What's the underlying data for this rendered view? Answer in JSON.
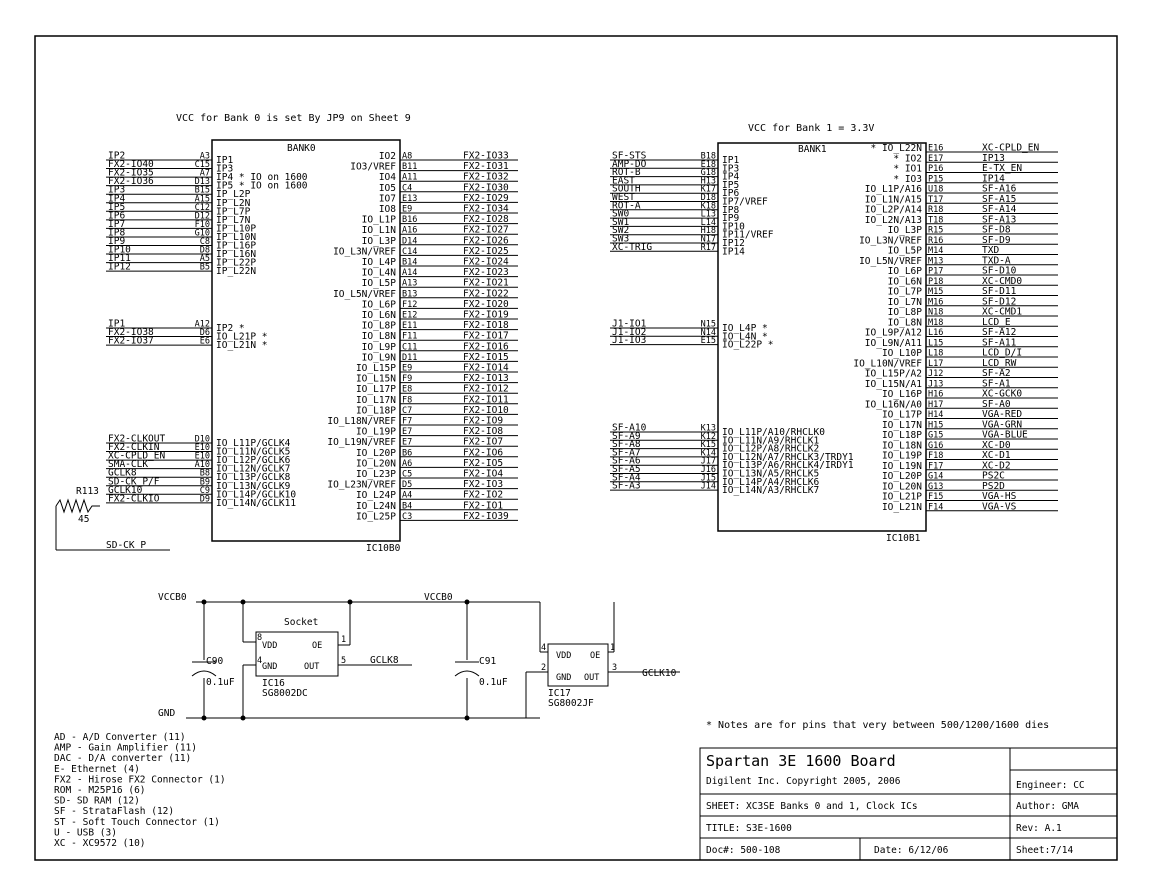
{
  "notes": {
    "bank0_vcc": "VCC for Bank 0 is set By JP9 on Sheet 9",
    "bank1_vcc": "VCC for Bank 1 = 3.3V",
    "die_note": "Notes are for pins that very between 500/1200/1600 dies"
  },
  "bank0": {
    "name": "BANK0",
    "ref": "IC10B0",
    "left_pins": [
      {
        "net": "IP2",
        "pin": "A3",
        "label": "IP1"
      },
      {
        "net": "FX2-IO40",
        "pin": "C15",
        "label": "IP3"
      },
      {
        "net": "FX2-IO35",
        "pin": "A7",
        "label": "IP4 * IO on 1600"
      },
      {
        "net": "FX2-IO36",
        "pin": "D13",
        "label": "IP5 * IO on 1600"
      },
      {
        "net": "IP3",
        "pin": "B15",
        "label": "IP_L2P"
      },
      {
        "net": "IP4",
        "pin": "A15",
        "label": "IP_L2N"
      },
      {
        "net": "IP5",
        "pin": "C12",
        "label": "IP_L7P"
      },
      {
        "net": "IP6",
        "pin": "D12",
        "label": "IP_L7N"
      },
      {
        "net": "IP7",
        "pin": "F10",
        "label": "IP_L10P"
      },
      {
        "net": "IP8",
        "pin": "G10",
        "label": "IP_L10N"
      },
      {
        "net": "IP9",
        "pin": "C8",
        "label": "IP_L16P"
      },
      {
        "net": "IP10",
        "pin": "D8",
        "label": "IP_L16N"
      },
      {
        "net": "IP11",
        "pin": "A5",
        "label": "IP_L22P"
      },
      {
        "net": "IP12",
        "pin": "B5",
        "label": "IP_L22N"
      }
    ],
    "left_pins_b": [
      {
        "net": "IP1",
        "pin": "A12",
        "label": "IP2 *"
      },
      {
        "net": "FX2-IO38",
        "pin": "D6",
        "label": "IO_L21P *"
      },
      {
        "net": "FX2-IO37",
        "pin": "E6",
        "label": "IO_L21N *"
      }
    ],
    "left_pins_c": [
      {
        "net": "FX2-CLKOUT",
        "pin": "D10",
        "label": "IO_L11P/GCLK4"
      },
      {
        "net": "FX2-CLKIN",
        "pin": "E10",
        "label": "IO_L11N/GCLK5"
      },
      {
        "net": "XC-CPLD_EN",
        "pin": "E10",
        "label": "IO_L12P/GCLK6"
      },
      {
        "net": "SMA-CLK",
        "pin": "A10",
        "label": "IO_L12N/GCLK7"
      },
      {
        "net": "GCLK8",
        "pin": "B8",
        "label": "IO_L13P/GCLK8"
      },
      {
        "net": "SD-CK_P/F",
        "pin": "B9",
        "label": "IO_L13N/GCLK9"
      },
      {
        "net": "GCLK10",
        "pin": "C9",
        "label": "IO_L14P/GCLK10"
      },
      {
        "net": "FX2-CLKIO",
        "pin": "D9",
        "label": "IO_L14N/GCLK11"
      }
    ],
    "right_pins": [
      {
        "label": "IO2",
        "pin": "A8",
        "net": "FX2-IO33"
      },
      {
        "label": "IO3/VREF",
        "pin": "B11",
        "net": "FX2-IO31"
      },
      {
        "label": "IO4",
        "pin": "A11",
        "net": "FX2-IO32"
      },
      {
        "label": "IO5",
        "pin": "C4",
        "net": "FX2-IO30"
      },
      {
        "label": "IO7",
        "pin": "E13",
        "net": "FX2-IO29"
      },
      {
        "label": "IO8",
        "pin": "E9",
        "net": "FX2-IO34"
      },
      {
        "label": "IO_L1P",
        "pin": "B16",
        "net": "FX2-IO28"
      },
      {
        "label": "IO_L1N",
        "pin": "A16",
        "net": "FX2-IO27"
      },
      {
        "label": "IO_L3P",
        "pin": "D14",
        "net": "FX2-IO26"
      },
      {
        "label": "IO_L3N/VREF",
        "pin": "C14",
        "net": "FX2-IO25"
      },
      {
        "label": "IO_L4P",
        "pin": "B14",
        "net": "FX2-IO24"
      },
      {
        "label": "IO_L4N",
        "pin": "A14",
        "net": "FX2-IO23"
      },
      {
        "label": "IO_L5P",
        "pin": "A13",
        "net": "FX2-IO21"
      },
      {
        "label": "IO_L5N/VREF",
        "pin": "B13",
        "net": "FX2-IO22"
      },
      {
        "label": "IO_L6P",
        "pin": "F12",
        "net": "FX2-IO20"
      },
      {
        "label": "IO_L6N",
        "pin": "E12",
        "net": "FX2-IO19"
      },
      {
        "label": "IO_L8P",
        "pin": "E11",
        "net": "FX2-IO18"
      },
      {
        "label": "IO_L8N",
        "pin": "F11",
        "net": "FX2-IO17"
      },
      {
        "label": "IO_L9P",
        "pin": "C11",
        "net": "FX2-IO16"
      },
      {
        "label": "IO_L9N",
        "pin": "D11",
        "net": "FX2-IO15"
      },
      {
        "label": "IO_L15P",
        "pin": "E9",
        "net": "FX2-IO14"
      },
      {
        "label": "IO_L15N",
        "pin": "F9",
        "net": "FX2-IO13"
      },
      {
        "label": "IO_L17P",
        "pin": "E8",
        "net": "FX2-IO12"
      },
      {
        "label": "IO_L17N",
        "pin": "F8",
        "net": "FX2-IO11"
      },
      {
        "label": "IO_L18P",
        "pin": "C7",
        "net": "FX2-IO10"
      },
      {
        "label": "IO_L18N/VREF",
        "pin": "F7",
        "net": "FX2-IO9"
      },
      {
        "label": "IO_L19P",
        "pin": "E7",
        "net": "FX2-IO8"
      },
      {
        "label": "IO_L19N/VREF",
        "pin": "E7",
        "net": "FX2-IO7"
      },
      {
        "label": "IO_L20P",
        "pin": "B6",
        "net": "FX2-IO6"
      },
      {
        "label": "IO_L20N",
        "pin": "A6",
        "net": "FX2-IO5"
      },
      {
        "label": "IO_L23P",
        "pin": "C5",
        "net": "FX2-IO4"
      },
      {
        "label": "IO_L23N/VREF",
        "pin": "D5",
        "net": "FX2-IO3"
      },
      {
        "label": "IO_L24P",
        "pin": "A4",
        "net": "FX2-IO2"
      },
      {
        "label": "IO_L24N",
        "pin": "B4",
        "net": "FX2-IO1"
      },
      {
        "label": "IO_L25P",
        "pin": "C3",
        "net": "FX2-IO39"
      }
    ],
    "resistor": {
      "ref": "R113",
      "value": "45"
    },
    "sd_net": "SD-CK_P"
  },
  "bank1": {
    "name": "BANK1",
    "ref": "IC10B1",
    "left_pins": [
      {
        "net": "SF-STS",
        "pin": "B18",
        "label": "IP1"
      },
      {
        "net": "AMP-DO",
        "pin": "E18",
        "label": "IP3"
      },
      {
        "net": "ROT-B",
        "pin": "G18",
        "label": "IP4"
      },
      {
        "net": "EAST",
        "pin": "H13",
        "label": "IP5"
      },
      {
        "net": "SOUTH",
        "pin": "K17",
        "label": "IP6"
      },
      {
        "net": "WEST",
        "pin": "D18",
        "label": "IP7/VREF"
      },
      {
        "net": "ROT-A",
        "pin": "K18",
        "label": "IP8"
      },
      {
        "net": "SW0",
        "pin": "L13",
        "label": "IP9"
      },
      {
        "net": "SW1",
        "pin": "L14",
        "label": "IP10"
      },
      {
        "net": "SW2",
        "pin": "H18",
        "label": "IP11/VREF"
      },
      {
        "net": "SW3",
        "pin": "N17",
        "label": "IP12"
      },
      {
        "net": "XC-TRIG",
        "pin": "R17",
        "label": "IP14"
      }
    ],
    "left_pins_b": [
      {
        "net": "J1-IO1",
        "pin": "N15",
        "label": "IO_L4P *"
      },
      {
        "net": "J1-IO2",
        "pin": "N14",
        "label": "IO_L4N *"
      },
      {
        "net": "J1-IO3",
        "pin": "E15",
        "label": "IO_L22P *"
      }
    ],
    "left_pins_c": [
      {
        "net": "SF-A10",
        "pin": "K13",
        "label": "IO_L11P/A10/RHCLK0"
      },
      {
        "net": "SF-A9",
        "pin": "K12",
        "label": "IO_L11N/A9/RHCLK1"
      },
      {
        "net": "SF-A8",
        "pin": "K15",
        "label": "IO_L12P/A8/RHCLK2"
      },
      {
        "net": "SF-A7",
        "pin": "K14",
        "label": "IO_L12N/A7/RHCLK3/TRDY1"
      },
      {
        "net": "SF-A6",
        "pin": "J17",
        "label": "IO_L13P/A6/RHCLK4/IRDY1"
      },
      {
        "net": "SF-A5",
        "pin": "J16",
        "label": "IO_L13N/A5/RHCLK5"
      },
      {
        "net": "SF-A4",
        "pin": "J15",
        "label": "IO_L14P/A4/RHCLK6"
      },
      {
        "net": "SF-A3",
        "pin": "J14",
        "label": "IO_L14N/A3/RHCLK7"
      }
    ],
    "right_pins": [
      {
        "label": "* IO_L22N",
        "pin": "E16",
        "net": "XC-CPLD_EN"
      },
      {
        "label": "* IO2",
        "pin": "E17",
        "net": "IP13"
      },
      {
        "label": "* IO1",
        "pin": "P16",
        "net": "E-TX_EN"
      },
      {
        "label": "* IO3",
        "pin": "P15",
        "net": "IP14"
      },
      {
        "label": "IO_L1P/A16",
        "pin": "U18",
        "net": "SF-A16"
      },
      {
        "label": "IO_L1N/A15",
        "pin": "T17",
        "net": "SF-A15"
      },
      {
        "label": "IO_L2P/A14",
        "pin": "R18",
        "net": "SF-A14"
      },
      {
        "label": "IO_L2N/A13",
        "pin": "T18",
        "net": "SF-A13"
      },
      {
        "label": "IO_L3P",
        "pin": "R15",
        "net": "SF-D8"
      },
      {
        "label": "IO_L3N/VREF",
        "pin": "R16",
        "net": "SF-D9"
      },
      {
        "label": "IO_L5P",
        "pin": "M14",
        "net": "TXD"
      },
      {
        "label": "IO_L5N/VREF",
        "pin": "M13",
        "net": "TXD-A"
      },
      {
        "label": "IO_L6P",
        "pin": "P17",
        "net": "SF-D10"
      },
      {
        "label": "IO_L6N",
        "pin": "P18",
        "net": "XC-CMD0"
      },
      {
        "label": "IO_L7P",
        "pin": "M15",
        "net": "SF-D11"
      },
      {
        "label": "IO_L7N",
        "pin": "M16",
        "net": "SF-D12"
      },
      {
        "label": "IO_L8P",
        "pin": "N18",
        "net": "XC-CMD1"
      },
      {
        "label": "IO_L8N",
        "pin": "M18",
        "net": "LCD_E"
      },
      {
        "label": "IO_L9P/A12",
        "pin": "L16",
        "net": "SF-A12"
      },
      {
        "label": "IO_L9N/A11",
        "pin": "L15",
        "net": "SF-A11"
      },
      {
        "label": "IO_L10P",
        "pin": "L18",
        "net": "LCD_D/I"
      },
      {
        "label": "IO_L10N/VREF",
        "pin": "L17",
        "net": "LCD_RW"
      },
      {
        "label": "IO_L15P/A2",
        "pin": "J12",
        "net": "SF-A2"
      },
      {
        "label": "IO_L15N/A1",
        "pin": "J13",
        "net": "SF-A1"
      },
      {
        "label": "IO_L16P",
        "pin": "H16",
        "net": "XC-GCK0"
      },
      {
        "label": "IO_L16N/A0",
        "pin": "H17",
        "net": "SF-A0"
      },
      {
        "label": "IO_L17P",
        "pin": "H14",
        "net": "VGA-RED"
      },
      {
        "label": "IO_L17N",
        "pin": "H15",
        "net": "VGA-GRN"
      },
      {
        "label": "IO_L18P",
        "pin": "G15",
        "net": "VGA-BLUE"
      },
      {
        "label": "IO_L18N",
        "pin": "G16",
        "net": "XC-D0"
      },
      {
        "label": "IO_L19P",
        "pin": "F18",
        "net": "XC-D1"
      },
      {
        "label": "IO_L19N",
        "pin": "F17",
        "net": "XC-D2"
      },
      {
        "label": "IO_L20P",
        "pin": "G14",
        "net": "PS2C"
      },
      {
        "label": "IO_L20N",
        "pin": "G13",
        "net": "PS2D"
      },
      {
        "label": "IO_L21P",
        "pin": "F15",
        "net": "VGA-HS"
      },
      {
        "label": "IO_L21N",
        "pin": "F14",
        "net": "VGA-VS"
      }
    ]
  },
  "clock": {
    "vccb0_a": "VCCB0",
    "vccb0_b": "VCCB0",
    "gnd": "GND",
    "c90": {
      "ref": "C90",
      "value": "0.1uF"
    },
    "c91": {
      "ref": "C91",
      "value": "0.1uF"
    },
    "socket": "Socket",
    "ic16": {
      "ref": "IC16",
      "part": "SG8002DC",
      "vdd": "VDD",
      "oe": "OE",
      "gnd": "GND",
      "out": "OUT",
      "p8": "8",
      "p1": "1",
      "p4": "4",
      "p5": "5",
      "net": "GCLK8"
    },
    "ic17": {
      "ref": "IC17",
      "part": "SG8002JF",
      "vdd": "VDD",
      "oe": "OE",
      "gnd": "GND",
      "out": "OUT",
      "p4": "4",
      "p1": "1",
      "p2": "2",
      "p3": "3",
      "net": "GCLK10"
    }
  },
  "legend": [
    "AD - A/D Converter  (11)",
    "AMP - Gain Amplifier (11)",
    "DAC - D/A converter (11)",
    "E- Ethernet (4)",
    "FX2 - Hirose FX2 Connector (1)",
    "ROM - M25P16  (6)",
    "SD- SD RAM (12)",
    "SF - StrataFlash  (12)",
    "ST - Soft Touch Connector (1)",
    "U - USB (3)",
    "XC - XC9572  (10)"
  ],
  "title_block": {
    "board": "Spartan 3E 1600 Board",
    "company": "Digilent Inc.  Copyright 2005, 2006",
    "engineer": "Engineer: CC",
    "sheet_title": "SHEET: XC3SE Banks 0 and 1, Clock ICs",
    "author": "Author: GMA",
    "title": "TITLE: S3E-1600",
    "rev": "Rev: A.1",
    "doc": "Doc#:  500-108",
    "date": "Date: 6/12/06",
    "sheet": "Sheet:7/14"
  }
}
